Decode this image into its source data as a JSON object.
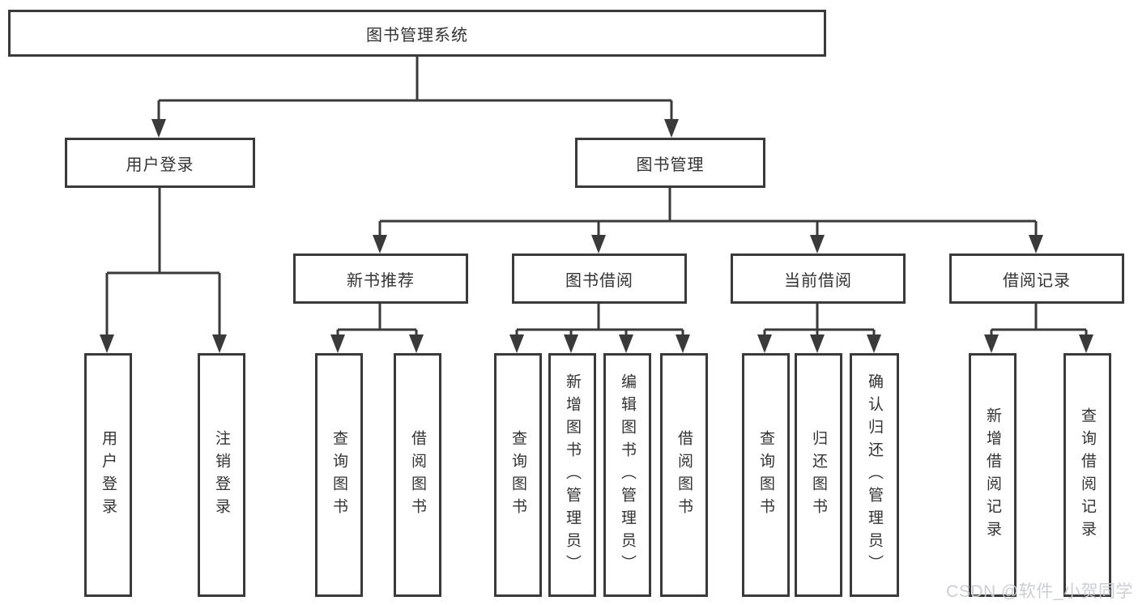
{
  "diagram": {
    "root": {
      "label": "图书管理系统"
    },
    "branches": [
      {
        "label": "用户登录",
        "children": [
          {
            "label": "用户登录"
          },
          {
            "label": "注销登录"
          }
        ]
      },
      {
        "label": "图书管理",
        "children": [
          {
            "label": "新书推荐",
            "children": [
              {
                "label": "查询图书"
              },
              {
                "label": "借阅图书"
              }
            ]
          },
          {
            "label": "图书借阅",
            "children": [
              {
                "label": "查询图书"
              },
              {
                "label": "新增图书（管理员）"
              },
              {
                "label": "编辑图书（管理员）"
              },
              {
                "label": "借阅图书"
              }
            ]
          },
          {
            "label": "当前借阅",
            "children": [
              {
                "label": "查询图书"
              },
              {
                "label": "归还图书"
              },
              {
                "label": "确认归还（管理员）"
              }
            ]
          },
          {
            "label": "借阅记录",
            "children": [
              {
                "label": "新增借阅记录"
              },
              {
                "label": "查询借阅记录"
              }
            ]
          }
        ]
      }
    ]
  },
  "watermark": {
    "text": "CSDN @软件_小贺同学"
  },
  "colors": {
    "line": "#3a3a3a",
    "text": "#333333",
    "watermark": "#c9ccd1"
  }
}
